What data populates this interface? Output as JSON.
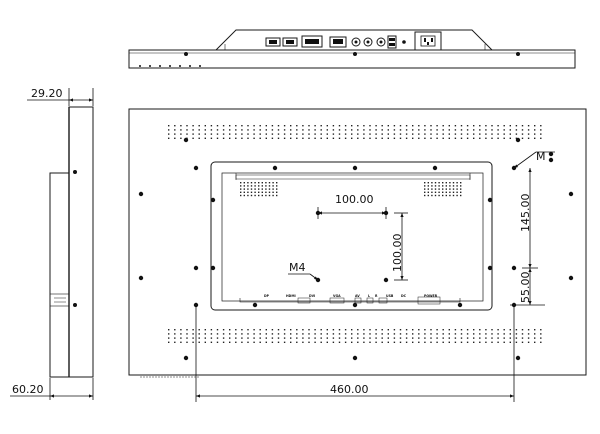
{
  "dimensions": {
    "side_depth_top": "29.20",
    "side_depth_bottom": "60.20",
    "vesa_horizontal": "100.00",
    "vesa_vertical": "100.00",
    "right_height": "145.00",
    "right_offset": "55.00",
    "bottom_width": "460.00"
  },
  "labels": {
    "screw_m4": "M4",
    "screw_m_right": "M"
  },
  "ports": [
    "DP",
    "HDMI",
    "DVI",
    "VGA",
    "AV",
    "L",
    "R",
    "USB",
    "DC",
    "POWER"
  ],
  "colors": {
    "line": "#1a1a1a",
    "background": "#ffffff"
  }
}
